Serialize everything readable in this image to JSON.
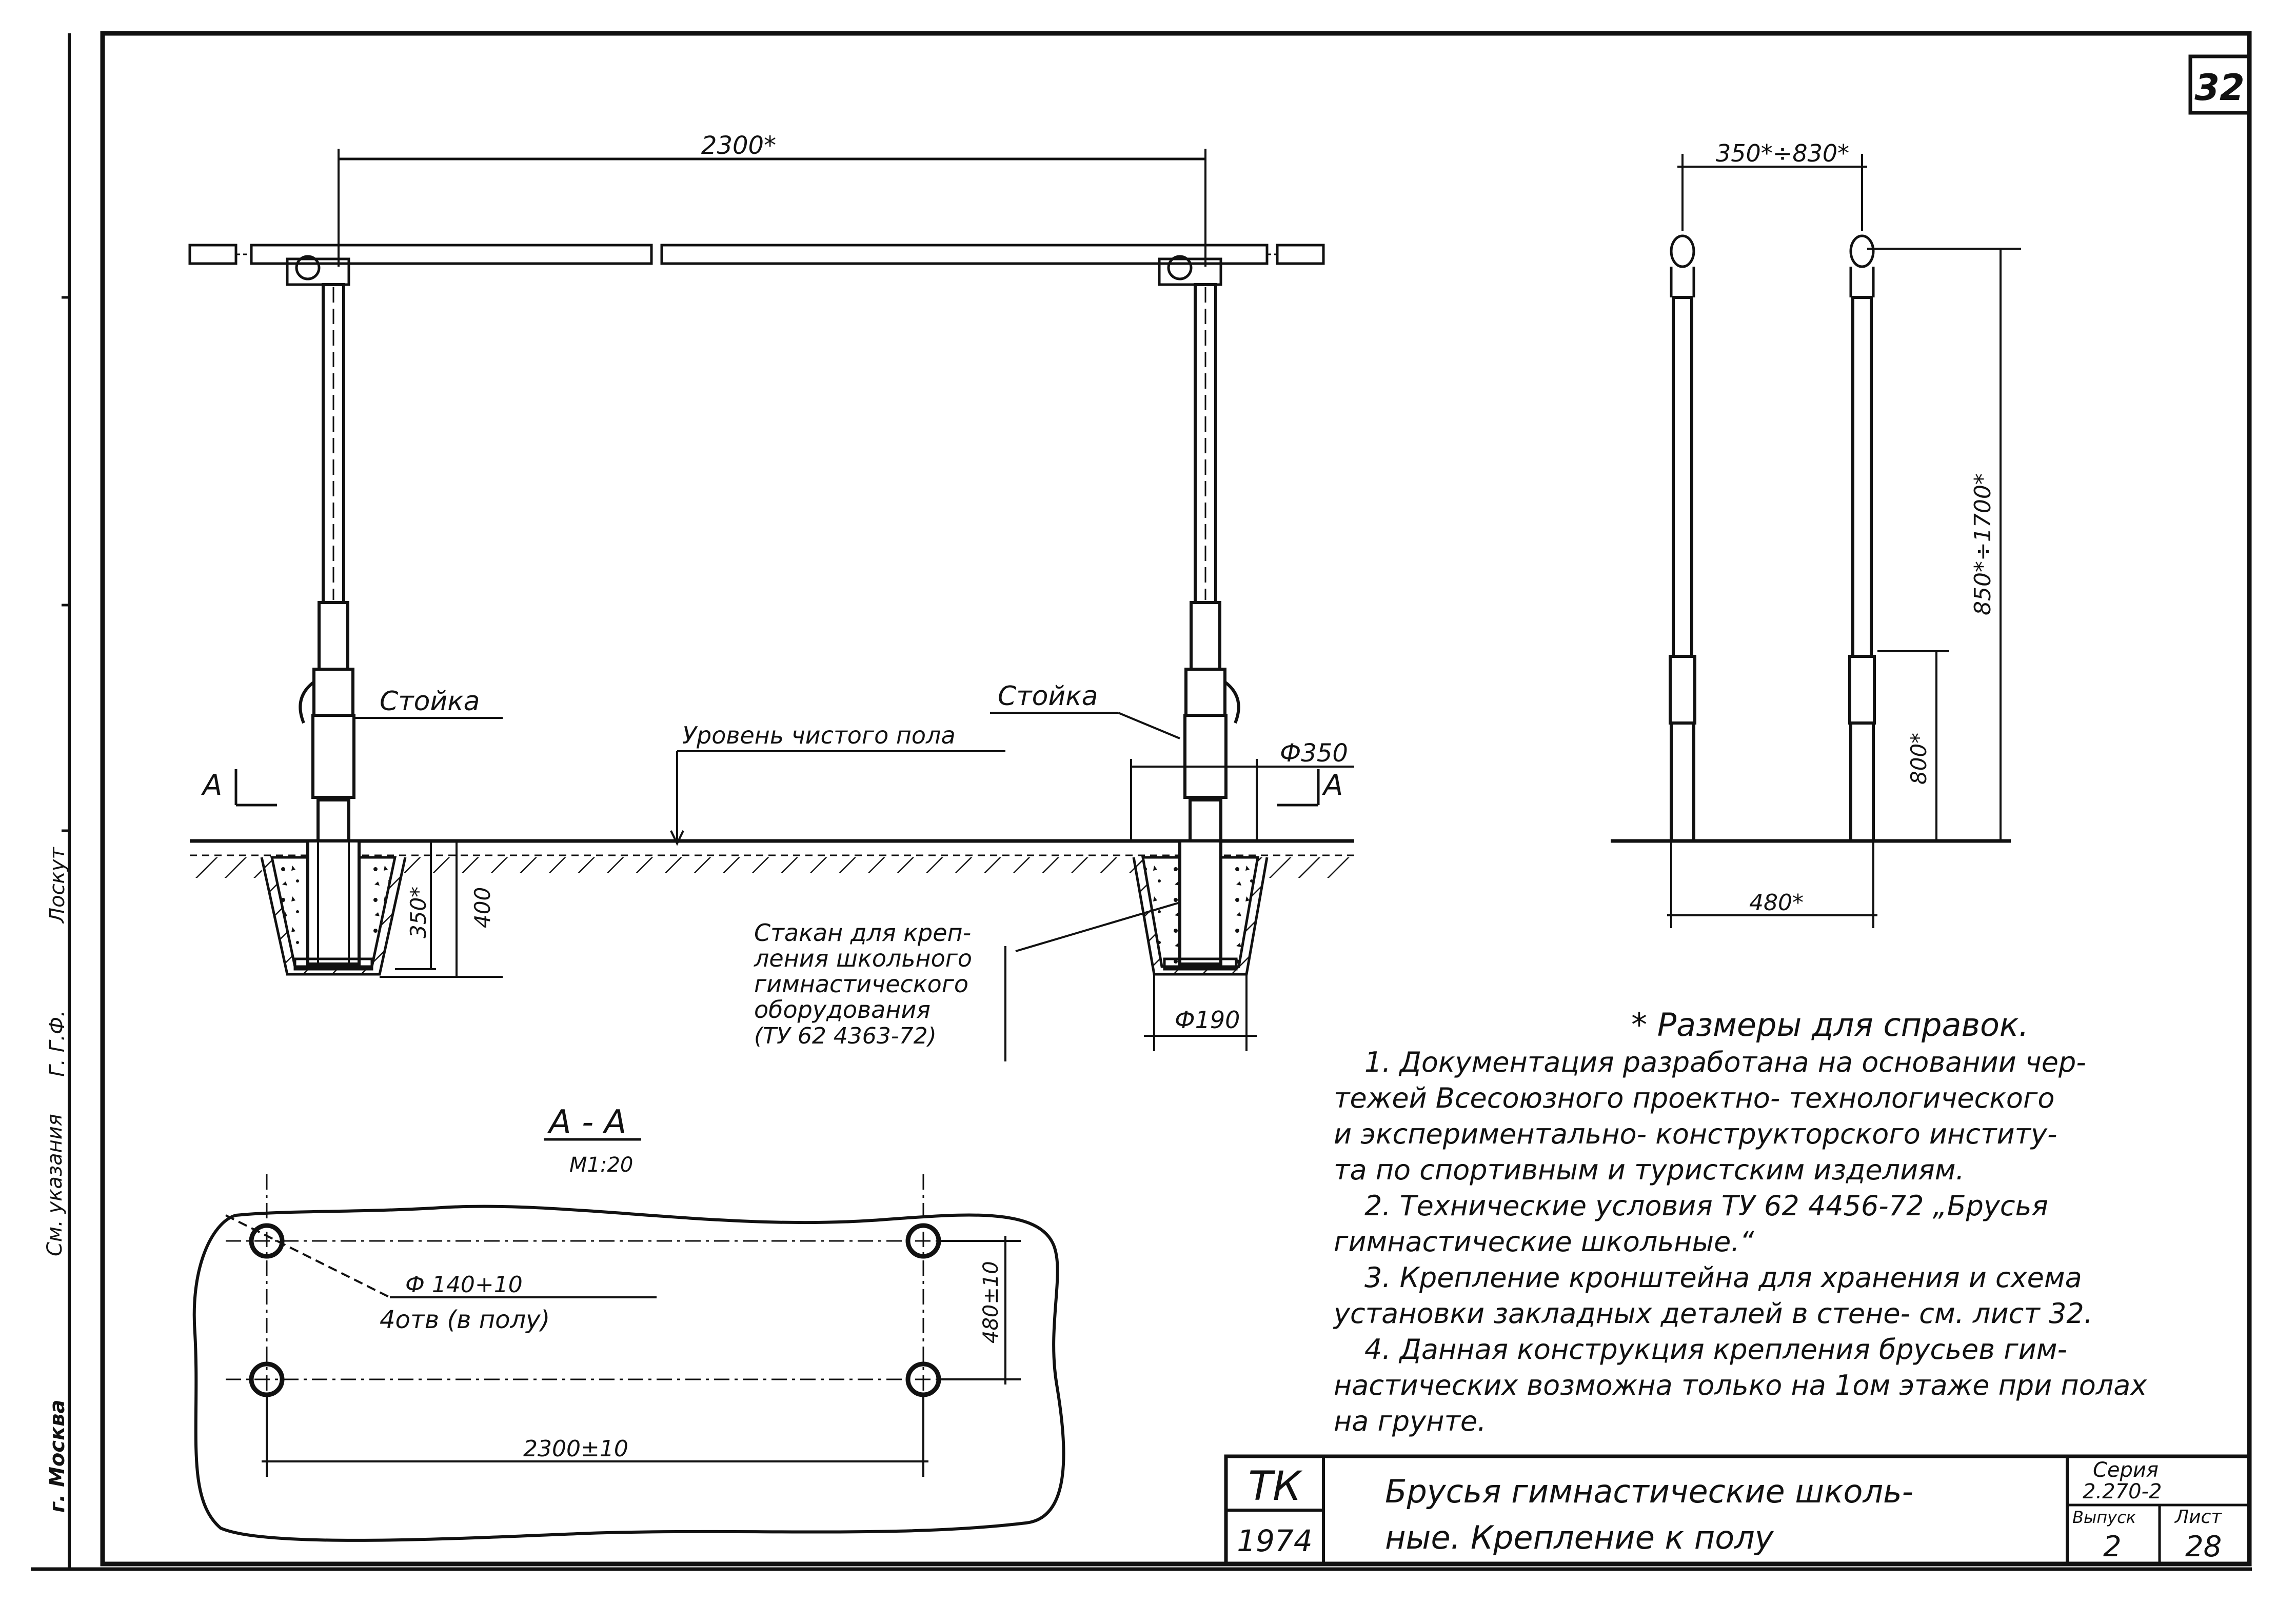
{
  "page_number": "32",
  "left_strip": {
    "reference": "См. указания",
    "signature": "Г. Г.Ф.",
    "checked": "Лоскут",
    "city": "г. Москва"
  },
  "front_view": {
    "span_label": "2300*",
    "post_label_left": "Стойка",
    "post_label_right": "Стойка",
    "floor_level_label": "Уровень чистого пола",
    "section_marker_left": "А",
    "section_marker_right": "А",
    "diameter_top_label": "Ф350",
    "diameter_bottom_label": "Ф190",
    "depth_label_1": "350*",
    "depth_label_2": "400",
    "cup_note": [
      "Стакан для креп-",
      "ления школьного",
      "гимнастического",
      "оборудования",
      "(ТУ 62 4363-72)"
    ]
  },
  "side_view": {
    "top_width_label": "350*÷830*",
    "height_label": "850*÷1700*",
    "mid_height_label": "800*",
    "base_width_label": "480*"
  },
  "section_aa": {
    "title": "А - А",
    "scale": "М1:20",
    "hole_note_1": "Ф 140+10",
    "hole_note_2": "4отв (в полу)",
    "length_label": "2300±10",
    "width_label": "480±10"
  },
  "notes": {
    "heading": "* Размеры для справок.",
    "lines": [
      "1. Документация разработана на основании чер-",
      "тежей Всесоюзного проектно- технологического",
      "и экспериментально- конструкторского институ-",
      "та по спортивным и туристским изделиям.",
      "2. Технические условия ТУ 62 4456-72 „Брусья",
      "гимнастические школьные.“",
      "3. Крепление кронштейна для хранения и схема",
      "установки закладных деталей в стене- см. лист 32.",
      "4. Данная конструкция крепления брусьев гим-",
      "настических возможна только на 1ом этаже при полах",
      "на грунте."
    ]
  },
  "title_block": {
    "org": "ТК",
    "year": "1974",
    "title_line_1": "Брусья гимнастические школь-",
    "title_line_2": "ные. Крепление к полу",
    "series_label": "Серия",
    "series_value": "2.270-2",
    "issue_label": "Выпуск",
    "issue_value": "2",
    "sheet_label": "Лист",
    "sheet_value": "28"
  }
}
